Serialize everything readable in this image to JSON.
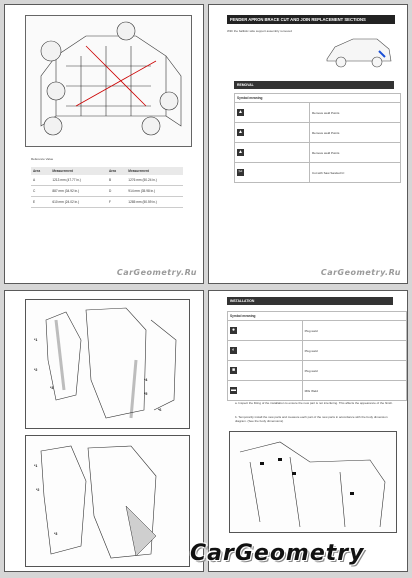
{
  "pages": {
    "p1": {
      "caption": "Reference Value",
      "table": {
        "headers": [
          "Area",
          "Measurement",
          "Area",
          "Measurement"
        ],
        "rows": [
          [
            "A",
            "1213 mm (47.77 in.)",
            "B",
            "1276 mm (50.24 in.)"
          ],
          [
            "C",
            "887 mm (34.92 in.)",
            "D",
            "914 mm (35.98 in.)"
          ],
          [
            "E",
            "610 mm (24.02 in.)",
            "F",
            "1285 mm (50.59 in.)"
          ]
        ]
      },
      "watermark": "CarGeometry.Ru"
    },
    "p2": {
      "title": "FENDER APRON BRACE CUT AND JOIN REPLACEMENT SECTIONS",
      "note": "With the ballistic side support assembly removed",
      "section": "REMOVAL",
      "symbol_header": "Symbol meaning",
      "symbols": [
        {
          "icon": "drill-icon",
          "glyph": "▲",
          "text": "Remove weld Points"
        },
        {
          "icon": "drill-icon",
          "glyph": "▲",
          "text": "Remove weld Points"
        },
        {
          "icon": "drill-icon",
          "glyph": "▲",
          "text": "Remove weld Points"
        },
        {
          "icon": "saw-icon",
          "glyph": "✂",
          "text": "Cut with Saw Sanded Irr."
        }
      ],
      "watermark": "CarGeometry.Ru"
    },
    "p3": {
      "callouts": [
        "*1",
        "*2",
        "*3",
        "*4",
        "*5",
        "*6",
        "*1",
        "*2",
        "*3"
      ]
    },
    "p4": {
      "section": "INSTALLATION",
      "symbol_header": "Symbol meaning",
      "symbols": [
        {
          "icon": "plug-weld-icon",
          "glyph": "●",
          "text": "Plug weld"
        },
        {
          "icon": "plug-weld-icon",
          "glyph": "◐",
          "text": "Plug weld"
        },
        {
          "icon": "plug-weld-icon",
          "glyph": "■",
          "text": "Plug weld"
        },
        {
          "icon": "mig-weld-icon",
          "glyph": "▬",
          "text": "MIG Weld"
        }
      ],
      "steps": [
        "a. Inspect the fitting of the installation to ensure the new part is not interfering. This affects the appearance of the finish.",
        "b. Temporarily install the new parts and measure each part of the new parts in accordance with the body dimension diagram. (See the body dimensions)"
      ]
    }
  },
  "footer_watermark": "CarGeometry"
}
